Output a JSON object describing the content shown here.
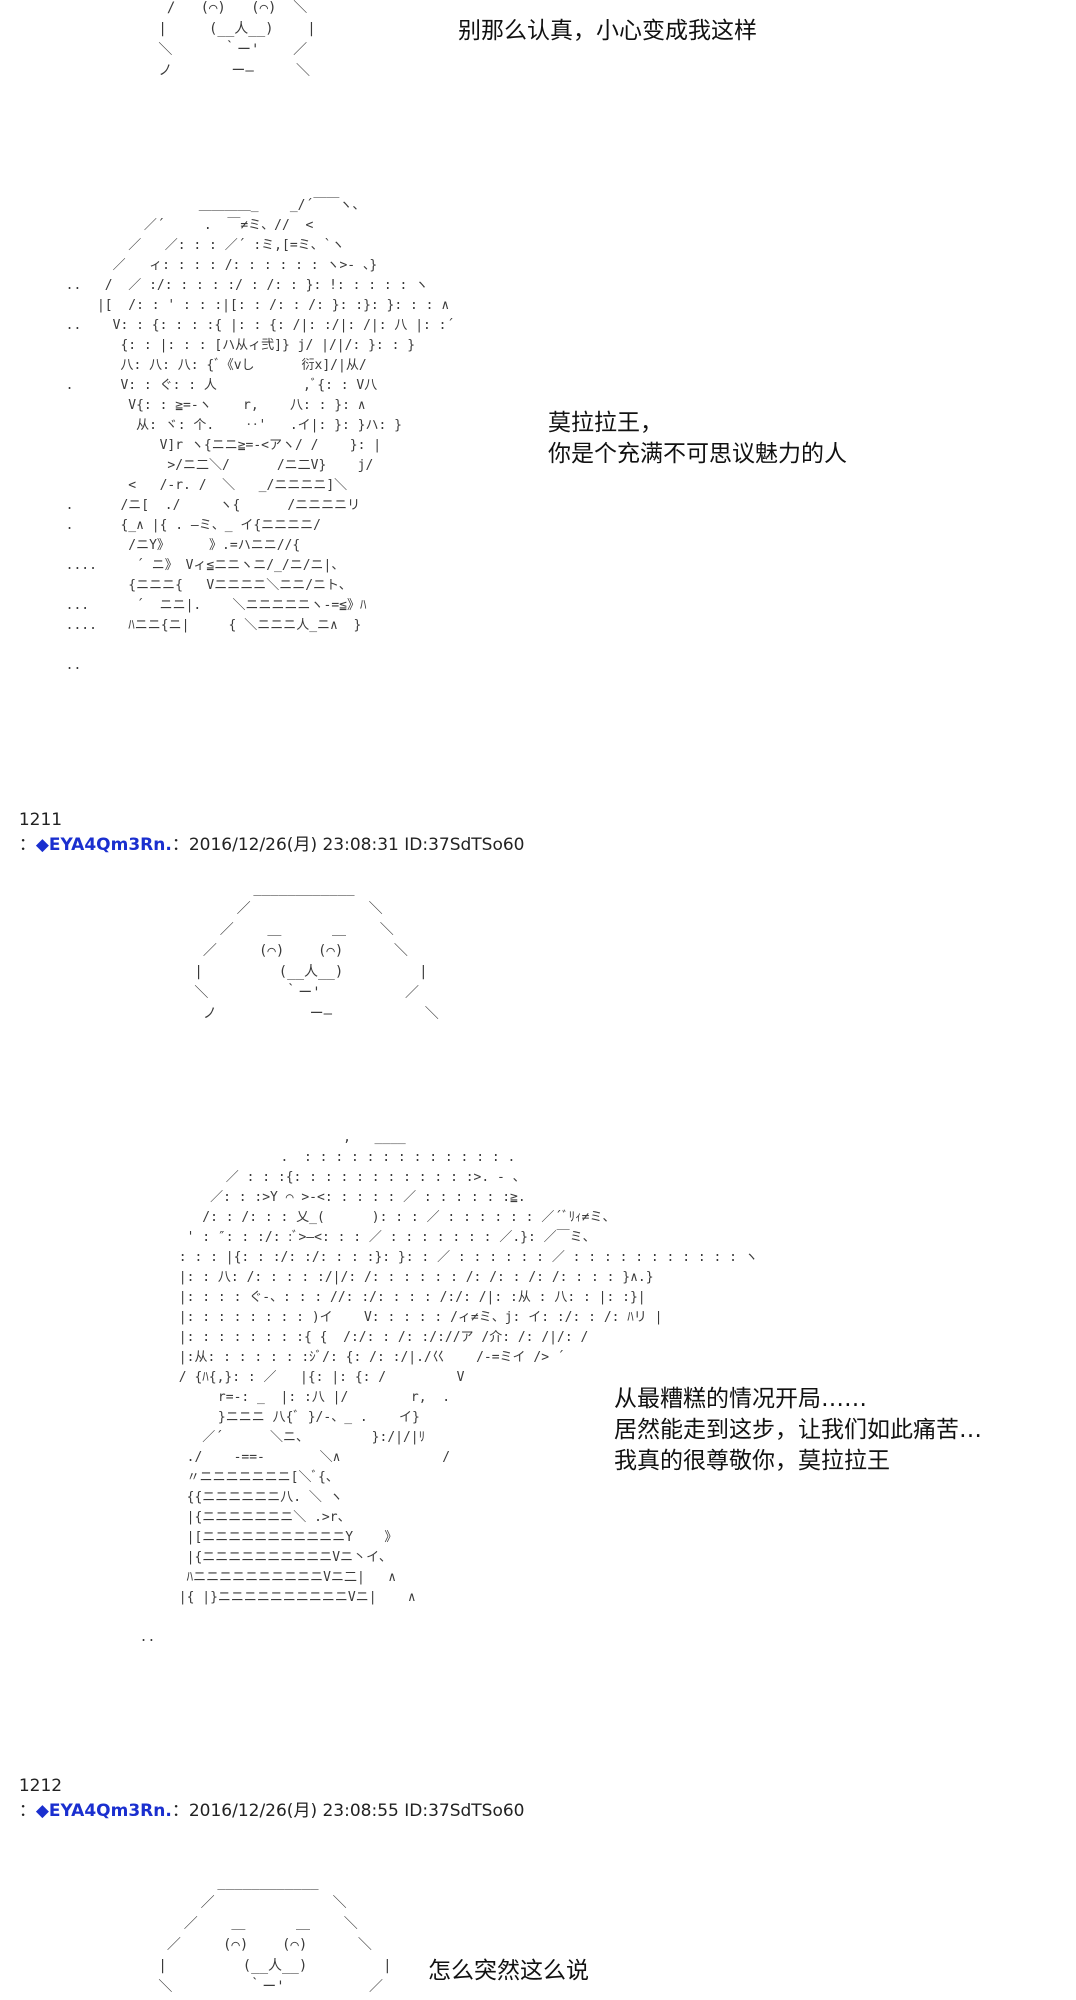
{
  "dialog": {
    "line1": "别那么认真，小心变成我这样",
    "line2a": "莫拉拉王，",
    "line2b": "你是个充满不可思议魅力的人",
    "line3a": "从最糟糕的情况开局……",
    "line3b": "居然能走到这步，让我们如此痛苦…",
    "line3c": "我真的很尊敬你，莫拉拉王",
    "line4": "怎么突然这么说"
  },
  "posts": [
    {
      "number": "1211",
      "sep": "：",
      "diamond": "◆",
      "name": "EYA4Qm3Rn.",
      "date": "：2016/12/26(月) 23:08:31 ID:37SdTSo60"
    },
    {
      "number": "1212",
      "sep": "：",
      "diamond": "◆",
      "name": "EYA4Qm3Rn.",
      "date": "：2016/12/26(月) 23:08:55 ID:37SdTSo60"
    }
  ],
  "art": {
    "face1": "  /   (⌒)   (⌒)  ＼\n |     (__人__)    |\n ＼      ｀ー'    ／\n ノ       ー―     ＼",
    "girl1": "                   ＿＿＿＿_    _/´￣￣ヽ、\n            ／´     .  ￣≠ミ、//  <\n          ／   ／: : : ／´ :ミ,[=ミ、`ヽ\n        ／   ィ: : : : /: : : : : : ヽ>- 、}\n  ..   /  ／ :/: : : : :/ : /: : }: !: : : : : ヽ\n      |[  /: : ' : : :|[: : /: : /: }: :}: }: : : ∧\n  ..    V: : {: : : :{ |: : {: /|: :/|: /|: 八 |: :´\n         {: : |: : : [ハ从ィ弐]} j/ |/|/: }: : }\n         八: 八: 八: {ﾞ《vし      衍x]/|从/\n  .      V: : ぐ: : 人           ,ﾞ{: : V八\n          V{: : ≧=-ヽ    r,    八: : }: ∧\n           从: ヾ: 个.    ‥'   .イ|: }: }ハ: }\n              V]r ヽ{ニニ≧=-<アヽ/ /    }: |\n               >/ニ二＼/      /ニ二V}    j/\n          <   /-r. /  ＼   _/ニニニニ]＼\n  .      /ニ[  ./     ヽ{      /ニニニニリ\n  .      {_∧ |{ . ―ミ、_ イ{ニニニニ/\n          /ニY》     》.=ハニニ//{\n  ....     ´ ニ》 Vィ≦ニニヽニ/_/ニ/ニ|、\n          {ニニニ{   Vニニニニ＼ニニ/ニト、\n  ...      ´  ニニ|.    ＼ニニニニニヽ-=≦》ﾊ\n  ....    ﾊニニ{ニ|     { ＼ニニニ人_ニ∧  }\n\n  ..",
    "face2": "        ____________\n      ／              ＼\n    ／    ＿      ＿    ＼\n  ／     (⌒)    (⌒)      ＼\n |         (__人__)         |\n ＼         ｀ー'          ／\n  ノ           ー―           ＼",
    "girl2": "                            ,   ____\n                    .  : : : : : : : : : : : : : .\n             ／ : : :{: : : : : : : : : : : :>. ‐ 、\n           ／: : :>Y ⌒ >-<: : : : : ／ : : : : : :≧.\n          /: : /: : : 乂_(      ): : : ／ : : : : : : ／´ﾞﾘｨ≠ミ、\n        ' : ″: : :/: :ﾞ>―<: : : ／ : : : : : : : ／.}: ／￣ミ、\n       : : : |{: : :/: :/: : : :}: }: : ／ : : : : : : ／ : : : : : : : : : : : ヽ\n       |: : 八: /: : : : :/|/: /: : : : : : /: /: : /: /: : : : }∧.}\n       |: : : : ぐ-、: : : //: :/: : : : /:/: /|: :从 : 八: : |: :}|\n       |: : : : : : : : )イ    V: : : : : /ィ≠ミ、j: イ: :/: : /: ﾊリ |\n       |: : : : : : : :{ {  /:/: : /: :/://ア /介: /: /|/: /\n       |:从: : : : : : :ｼﾞ/: {: /: :/|./巜    /-=ミイ /> ´\n       / {ﾊ{,}: : ／   |{: |: {: /         V\n            r=-: _  |: :八 |/        r,  .\n            }ニニニ 八{ﾞ }/-、_ .    イ}\n          ／´      ＼ニ、        }:/|/|ﾘ\n        ./    -==-       ＼∧             /\n        〃ニニニニニニニ[＼ﾞ{、\n        {{ニニニニニニ八. ＼ ヽ\n        |{ニニニニニニニ＼ .>r、\n        |[ニニニニニニニニニニニY    》\n        |{ニニニニニニニニニニVニ丶イ、\n        ﾊニニニニニニニニニニVニ二|   ∧\n       |{ |}ニニニニニニニニニニVニ|    ∧\n\n  ..",
    "face3": "        ____________\n      ／              ＼\n    ／    ＿      ＿    ＼\n  ／     (⌒)    (⌒)      ＼\n |         (__人__)         |\n ＼         ｀ー'          ／"
  }
}
